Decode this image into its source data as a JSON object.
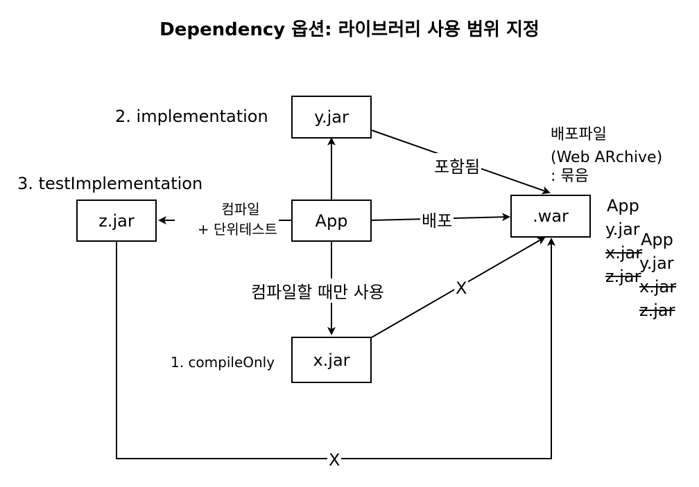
{
  "title": "Dependency 옵션: 라이브러리 사용 범위 지정",
  "nodes": {
    "app": "App",
    "y_jar": "y.jar",
    "z_jar": "z.jar",
    "x_jar": "x.jar",
    "war": ".war"
  },
  "labels": {
    "implementation": "2. implementation",
    "test_implementation": "3. testImplementation",
    "compile_only": "1. compileOnly"
  },
  "edges": {
    "app_to_z_line1": "컴파일",
    "app_to_z_line2": "+ 단위테스트",
    "app_to_x": "컴파일할 때만 사용",
    "app_to_war": "배포",
    "y_to_war": "포함됨",
    "x_to_war": "X",
    "z_to_war": "X"
  },
  "war_note": {
    "line1": "배포파일",
    "line2": "(Web ARchive)",
    "line3": ": 묶음"
  },
  "war_contents_a": [
    "App",
    "y.jar",
    "x.jar",
    "z.jar"
  ],
  "war_contents_b": [
    "App",
    "y.jar",
    "x.jar",
    "z.jar"
  ]
}
